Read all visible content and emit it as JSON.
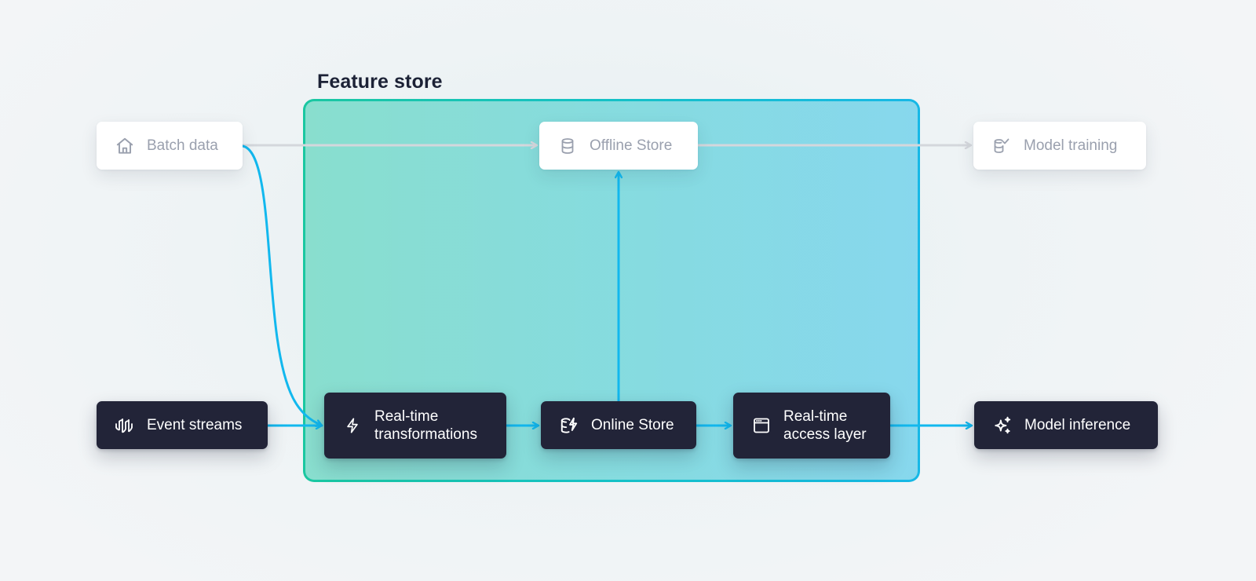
{
  "title": "Feature store",
  "colors": {
    "accent_flow": "#12b8ee",
    "inactive_flow": "#d4d7dc",
    "frame_gradient_start": "#1ac7a1",
    "frame_gradient_end": "#16b8e6",
    "dark_node": "#222438",
    "light_node": "#ffffff",
    "title_text": "#1c2236",
    "inactive_text": "#9aa0ae"
  },
  "nodes": {
    "batch_data": {
      "label": "Batch data",
      "icon": "home-icon",
      "state": "inactive"
    },
    "offline_store": {
      "label": "Offline Store",
      "icon": "database-icon",
      "state": "inactive"
    },
    "model_training": {
      "label": "Model training",
      "icon": "database-check-icon",
      "state": "inactive"
    },
    "event_streams": {
      "label": "Event streams",
      "icon": "waveform-icon",
      "state": "active"
    },
    "realtime_transformations": {
      "label_line1": "Real-time",
      "label_line2": "transformations",
      "icon": "lightning-icon",
      "state": "active"
    },
    "online_store": {
      "label": "Online Store",
      "icon": "database-lightning-icon",
      "state": "active"
    },
    "realtime_access_layer": {
      "label_line1": "Real-time",
      "label_line2": "access layer",
      "icon": "browser-window-icon",
      "state": "active"
    },
    "model_inference": {
      "label": "Model inference",
      "icon": "sparkles-icon",
      "state": "active"
    }
  },
  "edges": [
    {
      "from": "batch_data",
      "to": "offline_store",
      "state": "inactive"
    },
    {
      "from": "offline_store",
      "to": "model_training",
      "state": "inactive"
    },
    {
      "from": "batch_data",
      "to": "realtime_transformations",
      "state": "active"
    },
    {
      "from": "event_streams",
      "to": "realtime_transformations",
      "state": "active"
    },
    {
      "from": "realtime_transformations",
      "to": "online_store",
      "state": "active"
    },
    {
      "from": "online_store",
      "to": "offline_store",
      "state": "active"
    },
    {
      "from": "online_store",
      "to": "realtime_access_layer",
      "state": "active"
    },
    {
      "from": "realtime_access_layer",
      "to": "model_inference",
      "state": "active"
    }
  ]
}
